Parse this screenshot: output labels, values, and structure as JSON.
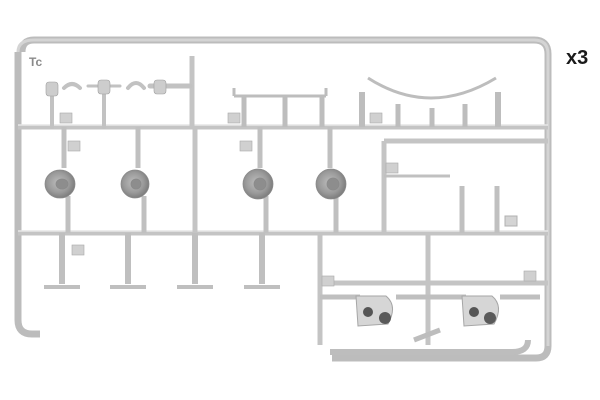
{
  "multiplier": "x3",
  "sprue_letter": "Tc",
  "colors": {
    "background": "#ffffff",
    "plastic": "#cfcfcf",
    "plastic_edge": "#a9a9a9",
    "shadow": "#7d7d7d",
    "label": "#1a1a1a"
  },
  "icons": [
    "sprue-frame",
    "wheel-icon",
    "hub-icon",
    "rod-icon"
  ]
}
